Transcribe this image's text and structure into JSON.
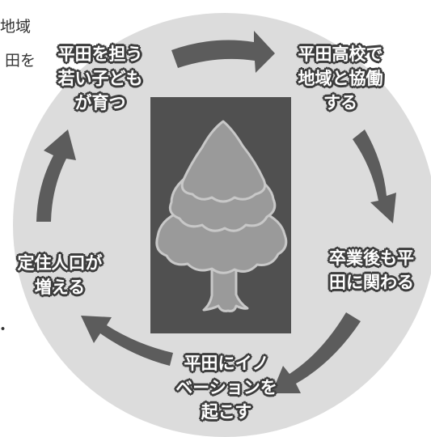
{
  "cycle": {
    "nodes": [
      {
        "label": "平田を担う\n若い子ども\nが育つ"
      },
      {
        "label": "平田高校で\n地域と協働\nする"
      },
      {
        "label": "卒業後も平\n田に関わる"
      },
      {
        "label": "平田にイノ\nベーションを\n起こす"
      },
      {
        "label": "定住人口が\n増える"
      }
    ]
  },
  "edge_text": {
    "top_right_fragment": "地域",
    "second_line_fragment": "田を",
    "bullet": "・"
  },
  "colors": {
    "circle_fill": "#dcdcdc",
    "arrow_fill": "#5c5c5c",
    "panel_fill": "#505050",
    "tree_fill": "#9a9a9a",
    "tree_outline": "#c8c8c8"
  },
  "icons": {
    "tree": "tree-icon",
    "arrow": "curved-arrow-icon"
  }
}
